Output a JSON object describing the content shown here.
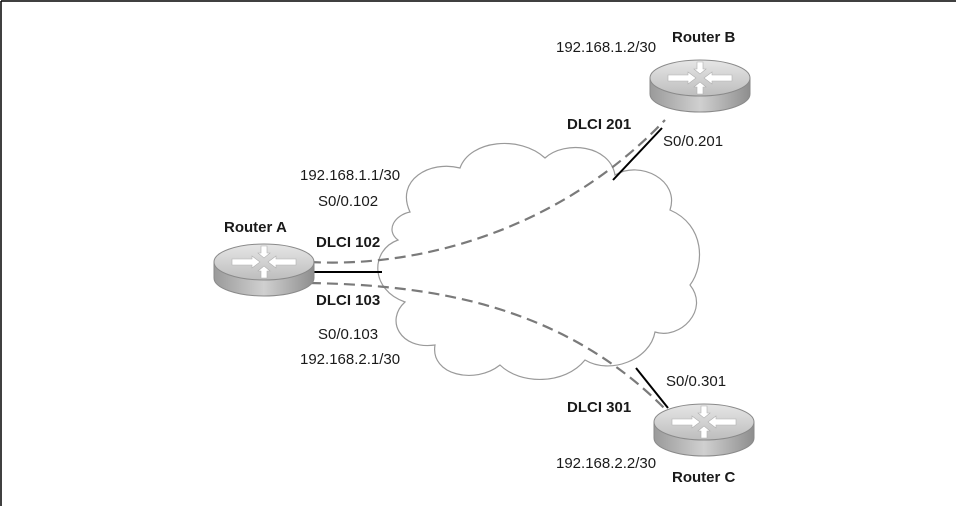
{
  "routers": {
    "a": {
      "name": "Router A",
      "dlci_1": "DLCI 102",
      "dlci_2": "DLCI 103",
      "ip_1": "192.168.1.1/30",
      "iface_1": "S0/0.102",
      "iface_2": "S0/0.103",
      "ip_2": "192.168.2.1/30"
    },
    "b": {
      "name": "Router B",
      "ip": "192.168.1.2/30",
      "dlci": "DLCI 201",
      "iface": "S0/0.201"
    },
    "c": {
      "name": "Router C",
      "ip": "192.168.2.2/30",
      "dlci": "DLCI 301",
      "iface": "S0/0.301"
    }
  },
  "colors": {
    "router_top": "#d2d2d2",
    "router_side": "#a8a8a8",
    "router_arrow": "#ffffff",
    "link": "#000000",
    "pvc_dash": "#7a7a7a",
    "cloud_stroke": "#9a9a9a",
    "frame": "#000000"
  }
}
